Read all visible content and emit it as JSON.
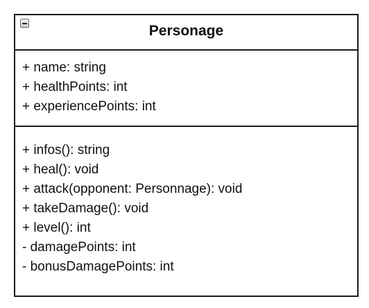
{
  "class": {
    "name": "Personage",
    "attributes": [
      "+ name: string",
      "+ healthPoints: int",
      "+ experiencePoints: int"
    ],
    "operations": [
      "+ infos(): string",
      "+ heal(): void",
      "+ attack(opponent: Personnage): void",
      "+ takeDamage(): void",
      "+ level(): int",
      "- damagePoints: int",
      "- bonusDamagePoints: int"
    ]
  }
}
